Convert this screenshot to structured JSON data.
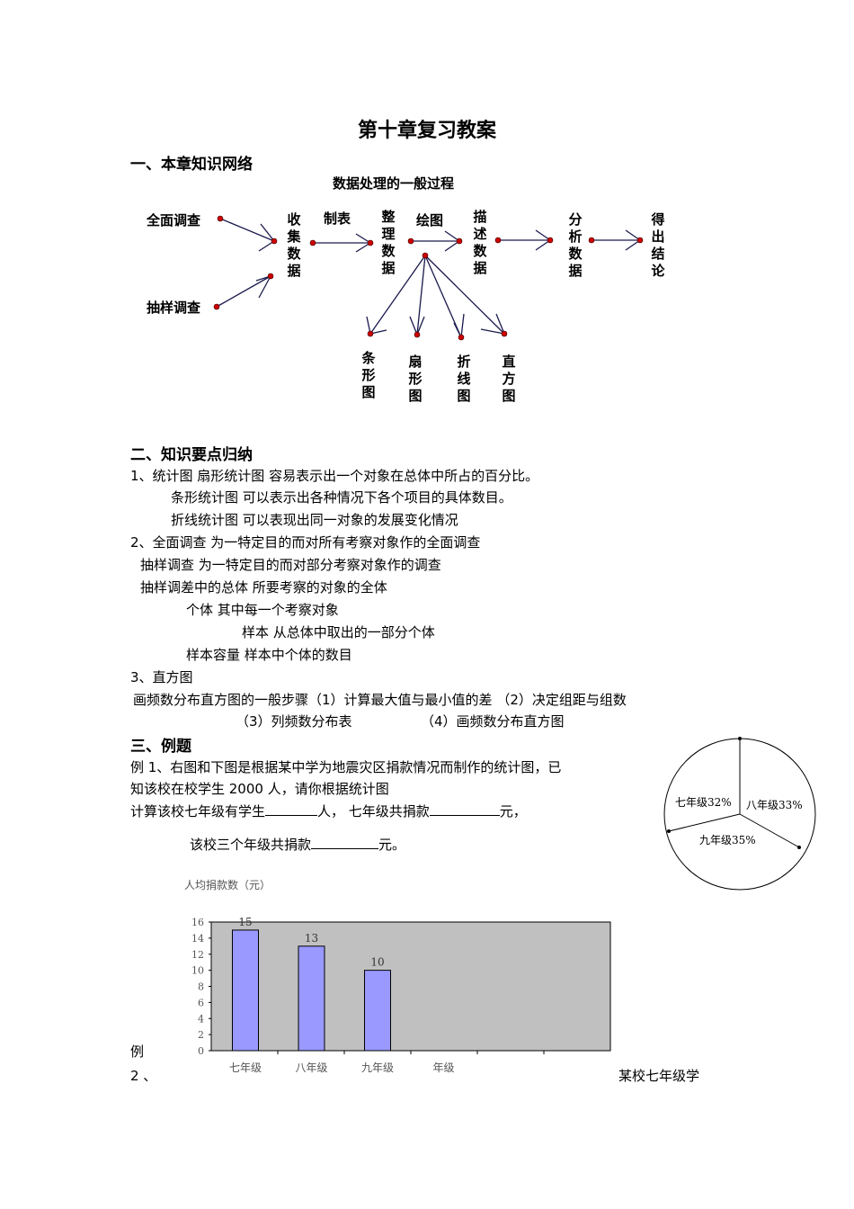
{
  "title": "第十章复习教案",
  "section1": {
    "heading": "一、本章知识网络",
    "diagram_title": "数据处理的一般过程",
    "nodes": {
      "full_survey": "全面调查",
      "sample_survey": "抽样调查",
      "collect": "收集数据",
      "make_table": "制表",
      "organize": "整理数据",
      "draw_chart": "绘图",
      "describe": "描述数据",
      "analyze": "分析数据",
      "conclude": "得出结论",
      "bar_chart": "条形图",
      "pie_chart": "扇形图",
      "line_chart": "折线图",
      "histogram": "直方图"
    }
  },
  "section2": {
    "heading": "二、知识要点归纳",
    "lines": [
      "1、统计图  扇形统计图  容易表示出一个对象在总体中所占的百分比。",
      "条形统计图  可以表示出各种情况下各个项目的具体数目。",
      "折线统计图  可以表现出同一对象的发展变化情况",
      "2、全面调查  为一特定目的而对所有考察对象作的全面调查",
      "抽样调查  为一特定目的而对部分考察对象作的调查",
      "抽样调差中的总体   所要考察的对象的全体",
      "个体   其中每一个考察对象",
      "样本   从总体中取出的一部分个体",
      "样本容量   样本中个体的数目",
      "3、直方图",
      "画频数分布直方图的一般步骤（1）计算最大值与最小值的差      （2）决定组距与组数",
      "（3）列频数分布表",
      "（4）画频数分布直方图"
    ]
  },
  "section3": {
    "heading": "三、例题",
    "ex1_line1": "例 1、右图和下图是根据某中学为地震灾区捐款情况而制作的统计图，已",
    "ex1_line2": "知该校在校学生 2000 人，请你根据统计图",
    "ex1_line3a": "计算该校七年级有学生",
    "ex1_line3b": "人，   七年级共捐款",
    "ex1_line3c": "元，",
    "ex1_line4a": "该校三个年级共捐款",
    "ex1_line4b": "元。",
    "ex2_a": "例",
    "ex2_b": "2    、",
    "ex2_c": "某校七年级学"
  },
  "pie": {
    "slices": [
      {
        "label": "七年级32%",
        "value": 32
      },
      {
        "label": "八年级33%",
        "value": 33
      },
      {
        "label": "九年级35%",
        "value": 35
      }
    ]
  },
  "chart_data": {
    "type": "bar",
    "ylabel": "人均捐款数（元）",
    "categories": [
      "七年级",
      "八年级",
      "九年级",
      "年级"
    ],
    "values": [
      15,
      13,
      10,
      null
    ],
    "data_labels": [
      "15",
      "13",
      "10"
    ],
    "yticks": [
      "0",
      "2",
      "4",
      "6",
      "8",
      "10",
      "12",
      "14",
      "16"
    ],
    "ylim": [
      0,
      16
    ],
    "grid": false,
    "colors": {
      "plot_bg": "#c0c0c0",
      "bar": "#9999ff"
    }
  }
}
